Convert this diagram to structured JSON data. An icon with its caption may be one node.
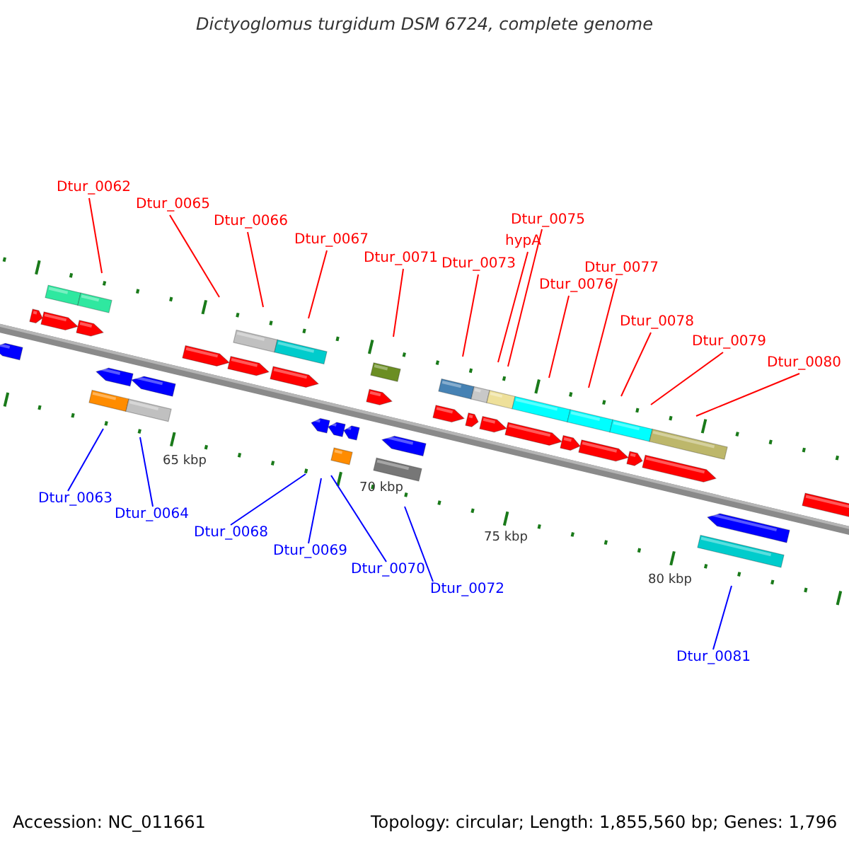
{
  "diagram": {
    "title": "Dictyoglomus turgidum DSM 6724, complete genome",
    "nodes": [
      {
        "text": [
          "Dtur_0062"
        ]
      },
      {
        "text": [
          "Dtur_0065"
        ]
      },
      {
        "text": [
          "Dtur_0066"
        ]
      },
      {
        "text": [
          "Dtur_0067"
        ]
      },
      {
        "text": [
          "Dtur_0071"
        ]
      },
      {
        "text": [
          "Dtur_0073"
        ]
      },
      {
        "text": [
          "hypA"
        ]
      },
      {
        "text": [
          "Dtur_0075"
        ]
      },
      {
        "text": [
          "Dtur_0076"
        ]
      },
      {
        "text": [
          "Dtur_0077"
        ]
      },
      {
        "text": [
          "Dtur_0078"
        ]
      },
      {
        "text": [
          "Dtur_0079"
        ]
      },
      {
        "text": [
          "Dtur_0080"
        ]
      },
      {
        "text": [
          "Dtur_0063"
        ]
      },
      {
        "text": [
          "Dtur_0064"
        ]
      },
      {
        "text": [
          "Dtur_0068"
        ]
      },
      {
        "text": [
          "Dtur_0069"
        ]
      },
      {
        "text": [
          "Dtur_0070"
        ]
      },
      {
        "text": [
          "Dtur_0072"
        ]
      },
      {
        "text": [
          "Dtur_0081"
        ]
      }
    ],
    "edges": [
      {
        "from": 0,
        "to": null,
        "arrow": "none"
      },
      {
        "from": 1,
        "to": null,
        "arrow": "none"
      },
      {
        "from": 2,
        "to": null,
        "arrow": "none"
      },
      {
        "from": 3,
        "to": null,
        "arrow": "none"
      },
      {
        "from": 4,
        "to": null,
        "arrow": "none"
      },
      {
        "from": 5,
        "to": null,
        "arrow": "none"
      },
      {
        "from": 6,
        "to": null,
        "arrow": "none"
      },
      {
        "from": 7,
        "to": null,
        "arrow": "none"
      },
      {
        "from": 8,
        "to": null,
        "arrow": "none"
      },
      {
        "from": 9,
        "to": null,
        "arrow": "none"
      },
      {
        "from": 10,
        "to": null,
        "arrow": "none"
      },
      {
        "from": 11,
        "to": null,
        "arrow": "none"
      },
      {
        "from": 12,
        "to": null,
        "arrow": "none"
      },
      {
        "from": 13,
        "to": null,
        "arrow": "none",
        "color": "#0000ff"
      },
      {
        "from": 14,
        "to": null,
        "arrow": "none",
        "color": "#0000ff"
      },
      {
        "from": 15,
        "to": null,
        "arrow": "none",
        "color": "#0000ff"
      },
      {
        "from": 16,
        "to": null,
        "arrow": "none",
        "color": "#0000ff"
      },
      {
        "from": 17,
        "to": null,
        "arrow": "none",
        "color": "#0000ff"
      },
      {
        "from": 18,
        "to": null,
        "arrow": "none",
        "color": "#0000ff"
      },
      {
        "from": 19,
        "to": null,
        "arrow": "none",
        "color": "#0000ff"
      }
    ],
    "labels": [
      "65 kbp",
      "70 kbp",
      "75 kbp",
      "80 kbp",
      "Accession: NC_011661",
      "Topology: circular; Length: 1,855,560 bp; Genes: 1,796"
    ]
  }
}
